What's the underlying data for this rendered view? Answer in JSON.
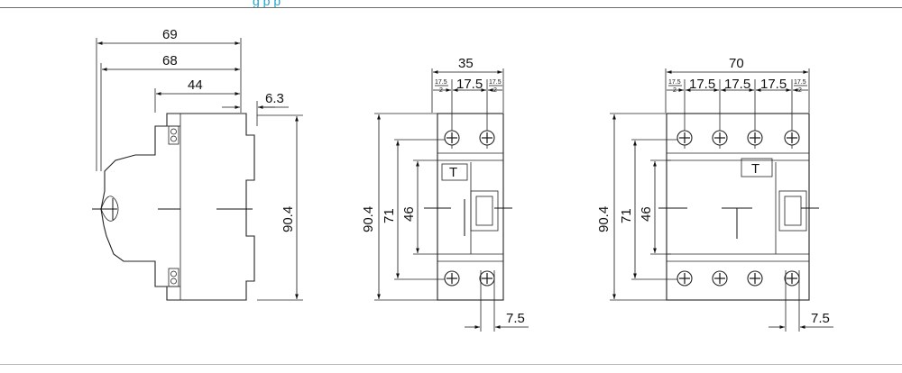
{
  "header_fragment": "g                    p     p",
  "side_view": {
    "dim_69": "69",
    "dim_68": "68",
    "dim_44": "44",
    "dim_6_3": "6.3",
    "dim_90_4": "90.4"
  },
  "two_pole_view": {
    "dim_35": "35",
    "dim_17_5_half_left_top": "17.5",
    "dim_17_5_half_left_bottom": "2",
    "dim_17_5": "17.5",
    "dim_17_5_half_right_top": "17.5",
    "dim_17_5_half_right_bottom": "2",
    "dim_90_4": "90.4",
    "dim_71": "71",
    "dim_46": "46",
    "dim_7_5": "7.5",
    "test_button": "T"
  },
  "four_pole_view": {
    "dim_70": "70",
    "dim_17_5_half_left_top": "17.5",
    "dim_17_5_half_left_bottom": "2",
    "dim_17_5_a": "17.5",
    "dim_17_5_b": "17.5",
    "dim_17_5_c": "17.5",
    "dim_17_5_half_right_top": "17.5",
    "dim_17_5_half_right_bottom": "2",
    "dim_90_4": "90.4",
    "dim_71": "71",
    "dim_46": "46",
    "dim_7_5": "7.5",
    "test_button": "T"
  }
}
